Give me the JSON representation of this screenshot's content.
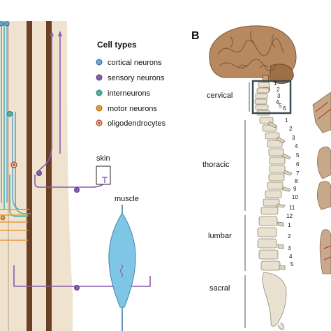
{
  "panel_b": {
    "label": "B"
  },
  "legend": {
    "title": "Cell types",
    "items": [
      {
        "label": "cortical neurons",
        "color": "#6aa6d8"
      },
      {
        "label": "sensory neurons",
        "color": "#8a5cb0"
      },
      {
        "label": "interneurons",
        "color": "#4fb3a4"
      },
      {
        "label": "motor neurons",
        "color": "#e59a3c"
      },
      {
        "label": "oligodendrocytes",
        "color": "#d9784f"
      }
    ]
  },
  "targets": {
    "skin": "skin",
    "muscle": "muscle"
  },
  "regions": {
    "cervical": "cervical",
    "thoracic": "thoracic",
    "lumbar": "lumbar",
    "sacral": "sacral"
  },
  "vertebra_numbers": {
    "cervical": [
      "1",
      "2",
      "3",
      "4",
      "5",
      "6"
    ],
    "thoracic": [
      "1",
      "2",
      "3",
      "4",
      "5",
      "6",
      "7",
      "8",
      "9",
      "10",
      "11",
      "12"
    ],
    "lumbar": [
      "1",
      "2",
      "3",
      "4",
      "5"
    ]
  },
  "colors": {
    "cord": "#efe3cf",
    "cord_edge": "#6b3f24",
    "bone": "#e8e1cf",
    "brain": "#b88860",
    "muscle": "#7fc6e6",
    "box": "#3a4a52"
  }
}
